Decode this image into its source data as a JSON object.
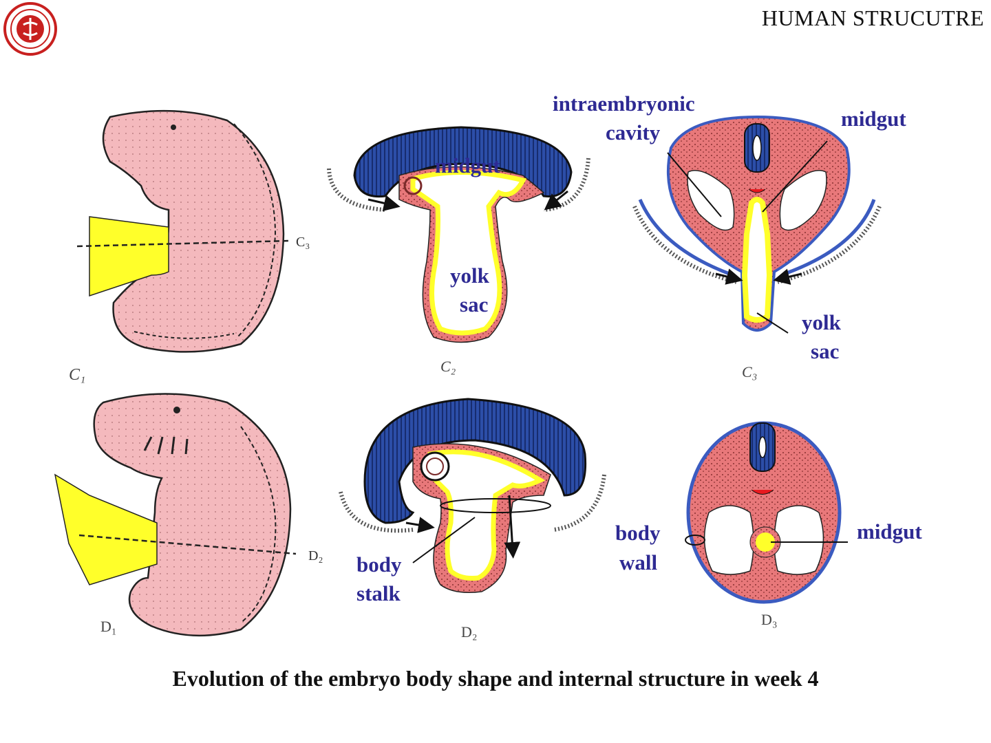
{
  "header": {
    "title": "HUMAN STRUCUTRE"
  },
  "logo": {
    "icon": "university-seal-icon",
    "color": "#c8201f"
  },
  "panels": {
    "c1": {
      "id": "C1",
      "marker": "C3"
    },
    "c2": {
      "id": "C2",
      "labels": {
        "midgut": "midgut",
        "yolk": "yolk",
        "sac": "sac"
      }
    },
    "c3": {
      "id": "C3",
      "labels": {
        "intra": "intraembryonic",
        "cavity": "cavity",
        "midgut": "midgut",
        "yolk": "yolk",
        "sac": "sac"
      }
    },
    "d1": {
      "id": "D1",
      "marker": "D2"
    },
    "d2": {
      "id": "D2",
      "labels": {
        "body": "body",
        "stalk": "stalk"
      }
    },
    "d3": {
      "id": "D3",
      "labels": {
        "body": "body",
        "wall": "wall",
        "midgut": "midgut"
      }
    }
  },
  "colors": {
    "embryo_pink": "#f4b9bd",
    "mesoderm_red": "#e8787a",
    "neural_blue": "#2c4ea8",
    "yolk_yellow": "#ffff2a",
    "label_blue": "#2e2a93"
  },
  "caption": "Evolution of the embryo body shape and internal structure in week 4"
}
